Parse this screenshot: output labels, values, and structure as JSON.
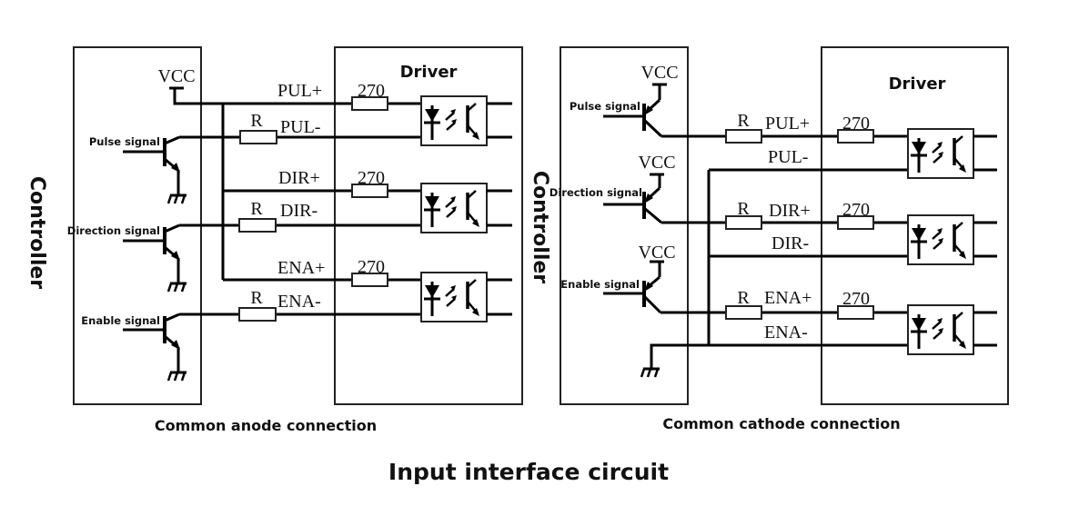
{
  "title": "Input interface circuit",
  "left_diagram": {
    "caption": "Common anode connection",
    "controller_label": "Controller",
    "driver_label": "Driver",
    "vcc_label": "VCC",
    "channels": [
      {
        "signal": "Pulse signal",
        "plus": "PUL+",
        "minus": "PUL-",
        "r_label": "R",
        "driver_res": "270"
      },
      {
        "signal": "Direction signal",
        "plus": "DIR+",
        "minus": "DIR-",
        "r_label": "R",
        "driver_res": "270"
      },
      {
        "signal": "Enable signal",
        "plus": "ENA+",
        "minus": "ENA-",
        "r_label": "R",
        "driver_res": "270"
      }
    ]
  },
  "right_diagram": {
    "caption": "Common cathode connection",
    "controller_label": "Controller",
    "driver_label": "Driver",
    "vcc_label": "VCC",
    "channels": [
      {
        "signal": "Pulse signal",
        "plus": "PUL+",
        "minus": "PUL-",
        "r_label": "R",
        "driver_res": "270"
      },
      {
        "signal": "Direction signal",
        "plus": "DIR+",
        "minus": "DIR-",
        "r_label": "R",
        "driver_res": "270"
      },
      {
        "signal": "Enable signal",
        "plus": "ENA+",
        "minus": "ENA-",
        "r_label": "R",
        "driver_res": "270"
      }
    ]
  }
}
